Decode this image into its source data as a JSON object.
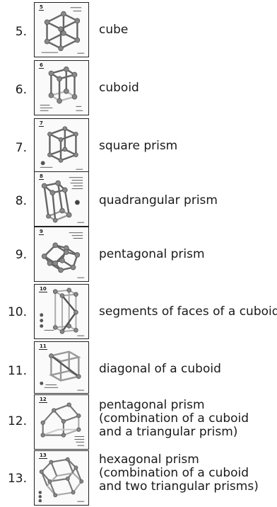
{
  "items": [
    {
      "number": "5.",
      "thumb_label": "5",
      "shape": "cube",
      "description": [
        "cube"
      ]
    },
    {
      "number": "6.",
      "thumb_label": "6",
      "shape": "cuboid",
      "description": [
        "cuboid"
      ]
    },
    {
      "number": "7.",
      "thumb_label": "7",
      "shape": "square-prism",
      "description": [
        "square prism"
      ]
    },
    {
      "number": "8.",
      "thumb_label": "8",
      "shape": "quad-prism",
      "description": [
        "quadrangular prism"
      ]
    },
    {
      "number": "9.",
      "thumb_label": "9",
      "shape": "pentagonal-prism",
      "description": [
        "pentagonal prism"
      ]
    },
    {
      "number": "10.",
      "thumb_label": "10",
      "shape": "face-segments",
      "description": [
        "segments of faces of a cuboid"
      ]
    },
    {
      "number": "11.",
      "thumb_label": "11",
      "shape": "diagonal",
      "description": [
        "diagonal of a cuboid"
      ]
    },
    {
      "number": "12.",
      "thumb_label": "12",
      "shape": "house-prism",
      "description": [
        "pentagonal prism",
        "(combination of a cuboid",
        "and a triangular prism)"
      ]
    },
    {
      "number": "13.",
      "thumb_label": "13",
      "shape": "hex-prism",
      "description": [
        "hexagonal prism",
        "(combination of a cuboid",
        "and two triangular prisms)"
      ]
    }
  ]
}
